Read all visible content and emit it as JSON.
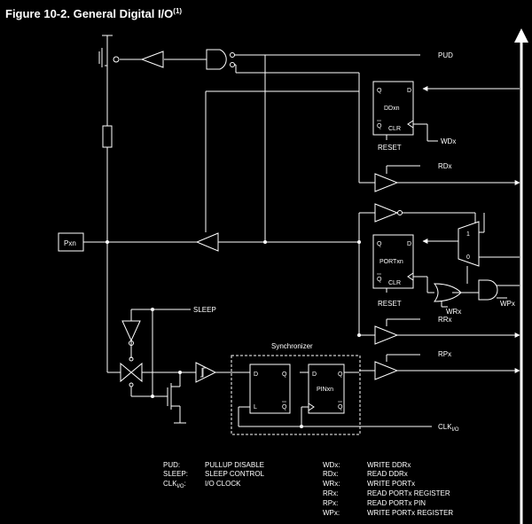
{
  "figure": {
    "title": "Figure 10-2.  General Digital I/O",
    "title_sup": "(1)"
  },
  "signals": {
    "pud": "PUD",
    "wdx": "WDx",
    "rdx": "RDx",
    "wrx": "WRx",
    "wpx": "WPx",
    "rrx": "RRx",
    "rpx": "RPx",
    "sleep": "SLEEP",
    "clk": "CLK",
    "clk_sub": "I/O"
  },
  "blocks": {
    "pxn": "Pxn",
    "ddxn": {
      "name": "DDxn",
      "q": "Q",
      "qbar": "Q",
      "d": "D",
      "clr": "CLR",
      "reset": "RESET"
    },
    "portxn": {
      "name": "PORTxn",
      "q": "Q",
      "qbar": "Q",
      "d": "D",
      "clr": "CLR",
      "reset": "RESET"
    },
    "mux": {
      "in1": "1",
      "in0": "0"
    },
    "synchronizer": "Synchronizer",
    "latch1": {
      "d": "D",
      "q": "Q",
      "l": "L",
      "qbar": "Q"
    },
    "pinxn": {
      "name": "PINxn",
      "d": "D",
      "q": "Q",
      "qbar": "Q"
    }
  },
  "legend": [
    {
      "abbr": "PUD:",
      "desc": "PULLUP DISABLE"
    },
    {
      "abbr": "SLEEP:",
      "desc": "SLEEP CONTROL"
    },
    {
      "abbr": "CLK",
      "abbr_sub": "I/O",
      "abbr_suffix": ":",
      "desc": "I/O CLOCK"
    },
    {
      "abbr": "WDx:",
      "desc": "WRITE DDRx"
    },
    {
      "abbr": "RDx:",
      "desc": "READ DDRx"
    },
    {
      "abbr": "WRx:",
      "desc": "WRITE PORTx"
    },
    {
      "abbr": "RRx:",
      "desc": "READ PORTx REGISTER"
    },
    {
      "abbr": "RPx:",
      "desc": "READ PORTx PIN"
    },
    {
      "abbr": "WPx:",
      "desc": "WRITE PORTx REGISTER"
    }
  ]
}
